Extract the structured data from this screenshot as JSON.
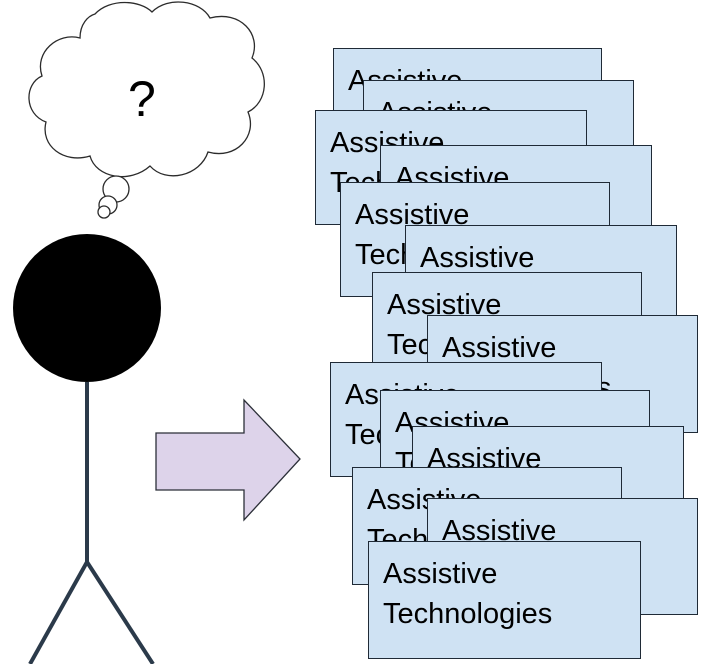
{
  "thought": {
    "symbol": "?"
  },
  "colors": {
    "card_fill": "#cfe2f3",
    "card_border": "#1f2a36",
    "arrow_fill": "#ddd3ea",
    "arrow_border": "#2b2f38",
    "figure": "#000000",
    "limb": "#2b3a4a"
  },
  "cards": [
    {
      "text": "Assistive\nTechnologies"
    },
    {
      "text": "Assistive\nTechnologies"
    },
    {
      "text": "Assistive\nTechnologies"
    },
    {
      "text": "Assistive\nTechnologies"
    },
    {
      "text": "Assistive\nTechnologies"
    },
    {
      "text": "Assistive\nTechnologies"
    },
    {
      "text": "Assistive\nTechnologies"
    },
    {
      "text": "Assistive\nTechnologies"
    },
    {
      "text": "Assistive\nTechnologies"
    },
    {
      "text": "Assistive\nTechnologies"
    },
    {
      "text": "Assistive\nTechnologies"
    },
    {
      "text": "Assistive\nTechnologies"
    },
    {
      "text": "Assistive\nTechnologies"
    },
    {
      "text": "Assistive\nTechnologies"
    },
    {
      "text": "Assistive\nTechnologies"
    }
  ]
}
